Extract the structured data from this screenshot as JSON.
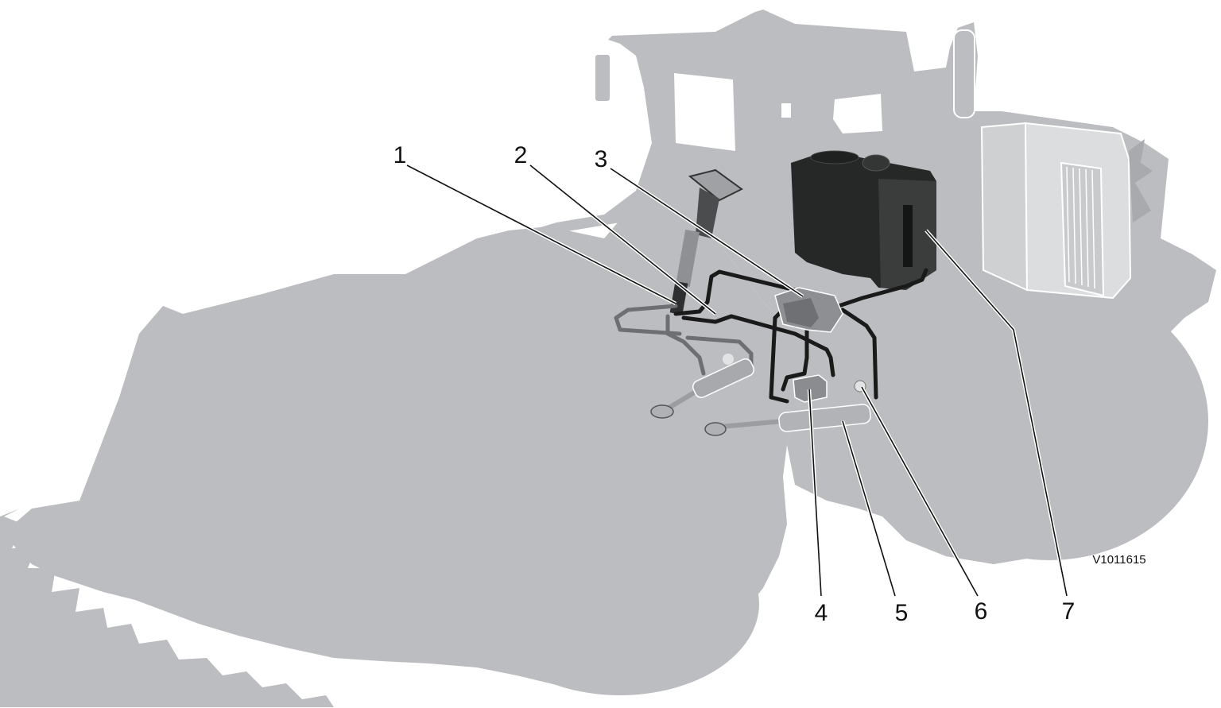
{
  "figure": {
    "reference_code": "V1011615",
    "callouts": [
      {
        "id": "1",
        "label": "1"
      },
      {
        "id": "2",
        "label": "2"
      },
      {
        "id": "3",
        "label": "3"
      },
      {
        "id": "4",
        "label": "4"
      },
      {
        "id": "5",
        "label": "5"
      },
      {
        "id": "6",
        "label": "6"
      },
      {
        "id": "7",
        "label": "7"
      }
    ]
  },
  "colors": {
    "silhouette": "#bcbdc0",
    "silhouette_dark": "#a9aaad",
    "hose": "#1a1a1a",
    "tank": "#2a2c2c",
    "cooler": "#d8d9db",
    "background": "#ffffff"
  }
}
